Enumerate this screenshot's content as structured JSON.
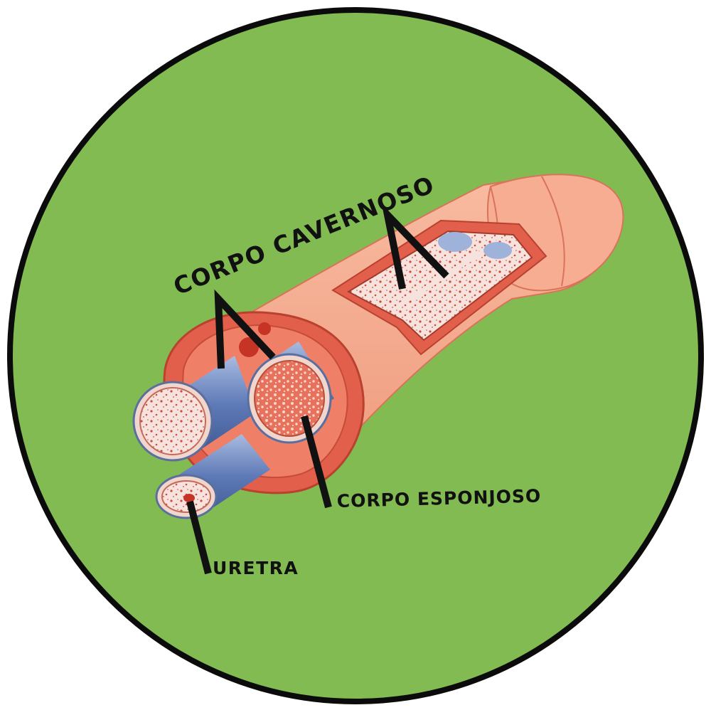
{
  "labels": {
    "corpo_cavernoso": "CORPO CAVERNOSO",
    "corpo_esponjoso": "CORPO ESPONJOSO",
    "uretra": "URETRA"
  },
  "colors": {
    "background_green": "#82bb51",
    "outline_black": "#0b0b0b",
    "skin": "#f3a688",
    "skin_shadow": "#e88d70",
    "fascia_red": "#e25f4c",
    "tissue_pale": "#f7e3de",
    "tissue_spots": "#cf4b3c",
    "tunica_blue": "#5d79b6",
    "tunica_blue_light": "#9fb3da"
  }
}
